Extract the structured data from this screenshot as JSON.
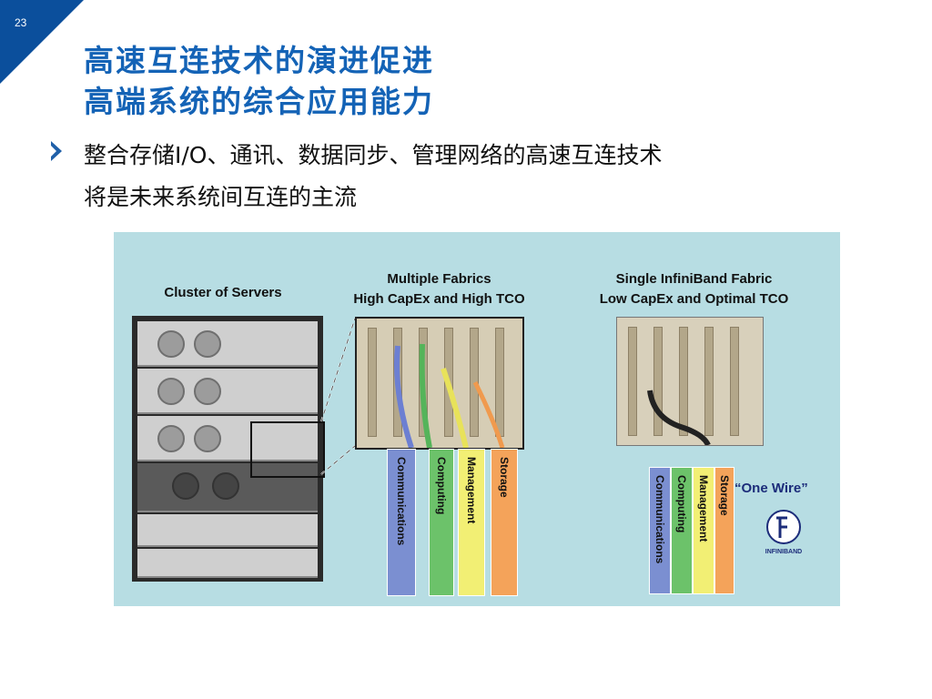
{
  "slide": {
    "number": "23"
  },
  "title": {
    "line1": "高速互连技术的演进促进",
    "line2": "高端系统的综合应用能力"
  },
  "bullet": {
    "line1": "整合存储I/O、通讯、数据同步、管理网络的高速互连技术",
    "line2": "将是未来系统间互连的主流"
  },
  "figure": {
    "cluster_label": "Cluster of Servers",
    "multi": {
      "title1": "Multiple Fabrics",
      "title2": "High CapEx and High TCO"
    },
    "single": {
      "title1": "Single InfiniBand Fabric",
      "title2": "Low CapEx and Optimal TCO"
    },
    "strips": [
      "Communications",
      "Computing",
      "Management",
      "Storage"
    ],
    "one_wire": "“One Wire”",
    "logo_text": "INFINIBAND",
    "colors": {
      "communications": "#7b8fd1",
      "computing": "#6cc26a",
      "management": "#f2ef74",
      "storage": "#f4a35a",
      "background": "#b7dde3"
    }
  },
  "icons": {
    "bullet": "chevron-right-icon",
    "logo": "infiniband-logo-icon"
  }
}
